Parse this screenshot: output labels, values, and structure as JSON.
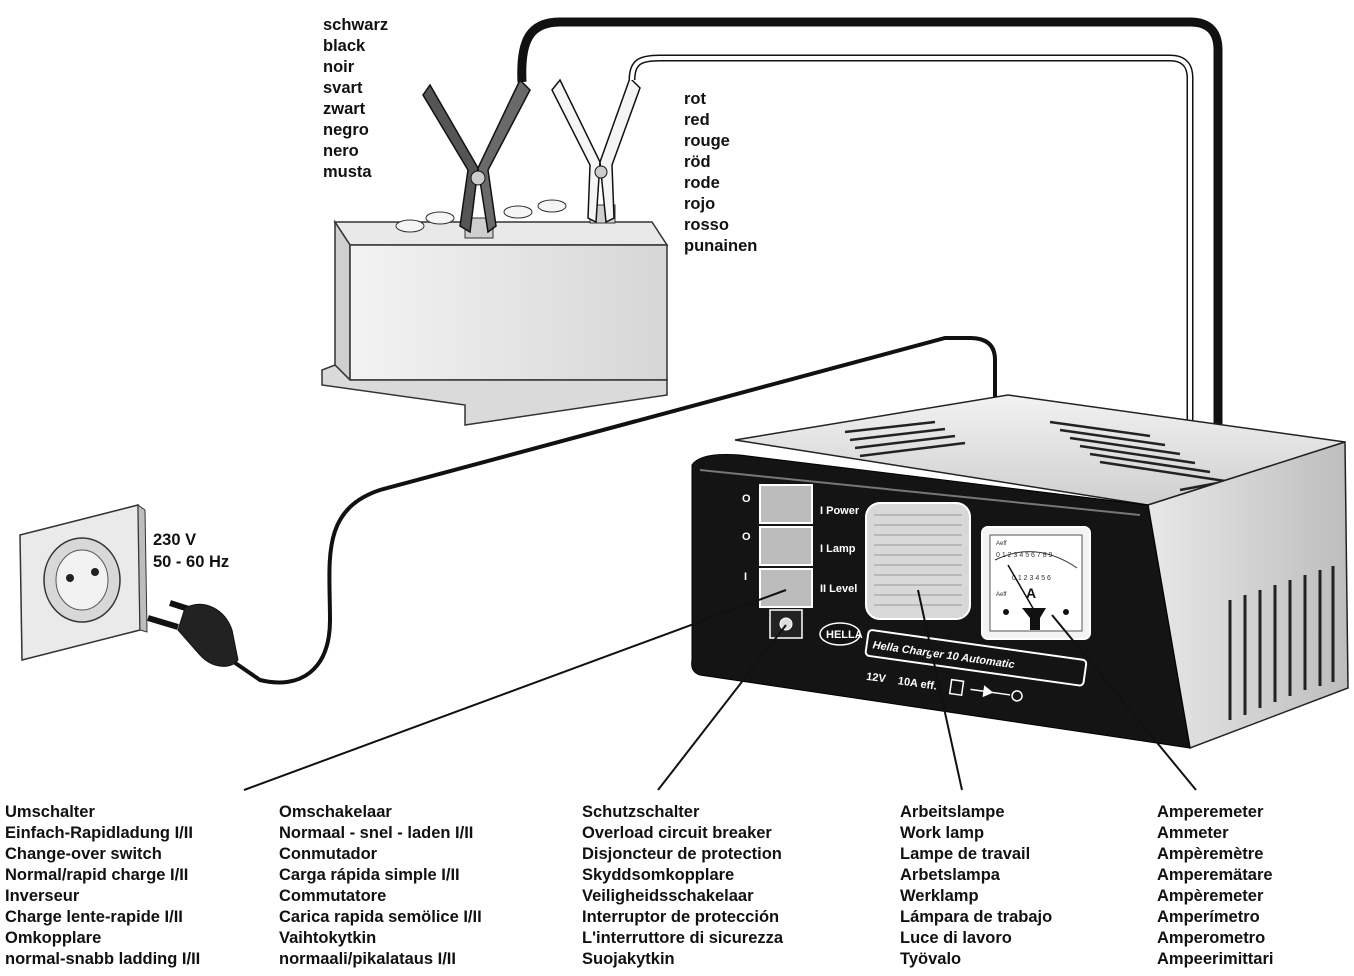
{
  "cable_colors": {
    "black": [
      "schwarz",
      "black",
      "noir",
      "svart",
      "zwart",
      "negro",
      "nero",
      "musta"
    ],
    "red": [
      "rot",
      "red",
      "rouge",
      "röd",
      "rode",
      "rojo",
      "rosso",
      "punainen"
    ]
  },
  "mains": {
    "voltage": "230 V",
    "frequency": "50 - 60 Hz"
  },
  "charger": {
    "switch_labels": [
      "I Power",
      "I Lamp",
      "II Level"
    ],
    "switch_marks": [
      "O",
      "O",
      "I"
    ],
    "brand": "HELLA",
    "model": "Hella Charger 10 Automatic",
    "rating_voltage": "12V",
    "rating_current": "10A eff.",
    "meter_letter": "A",
    "meter_scale_top": "0 1 2 3 4 5 6 7 8 9",
    "meter_scale_bottom": "0 1 2 3 4 5 6",
    "meter_label_top": "Aeff",
    "meter_label_bottom": "Aeff"
  },
  "callouts": [
    {
      "id": "switch",
      "lines": [
        "Umschalter",
        "Einfach-Rapidladung I/II",
        "Change-over switch",
        "Normal/rapid charge I/II",
        "Inverseur",
        "Charge lente-rapide I/II",
        "Omkopplare",
        "normal-snabb ladding I/II"
      ]
    },
    {
      "id": "switch-2",
      "lines": [
        "Omschakelaar",
        "Normaal - snel - laden I/II",
        "Conmutador",
        "Carga rápida simple I/II",
        "Commutatore",
        "Carica rapida semölice I/II",
        "Vaihtokytkin",
        "normaali/pikalataus I/II"
      ]
    },
    {
      "id": "breaker",
      "lines": [
        "Schutzschalter",
        "Overload circuit breaker",
        "Disjoncteur de protection",
        "Skyddsomkopplare",
        "Veiligheidsschakelaar",
        "Interruptor de protección",
        "L'interruttore di sicurezza",
        "Suojakytkin"
      ]
    },
    {
      "id": "lamp",
      "lines": [
        "Arbeitslampe",
        "Work lamp",
        "Lampe de travail",
        "Arbetslampa",
        "Werklamp",
        "Lámpara de trabajo",
        "Luce di lavoro",
        "Työvalo"
      ]
    },
    {
      "id": "ammeter",
      "lines": [
        "Amperemeter",
        "Ammeter",
        "Ampèremètre",
        "Amperemätare",
        "Ampèremeter",
        "Amperímetro",
        "Amperometro",
        "Ampeerimittari"
      ]
    }
  ]
}
